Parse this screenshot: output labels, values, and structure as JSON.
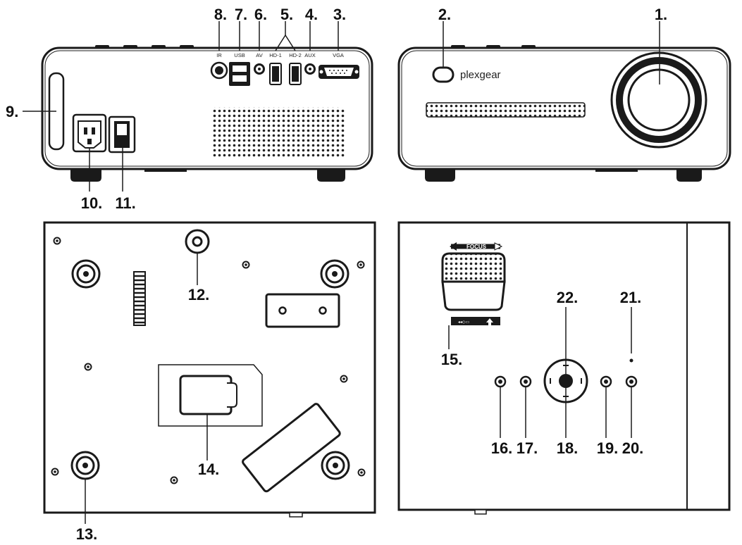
{
  "callouts": {
    "n1": "1.",
    "n2": "2.",
    "n3": "3.",
    "n4": "4.",
    "n5": "5.",
    "n6": "6.",
    "n7": "7.",
    "n8": "8.",
    "n9": "9.",
    "n10": "10.",
    "n11": "11.",
    "n12": "12.",
    "n13": "13.",
    "n14": "14.",
    "n15": "15.",
    "n16": "16.",
    "n17": "17.",
    "n18": "18.",
    "n19": "19.",
    "n20": "20.",
    "n21": "21.",
    "n22": "22."
  },
  "ports": {
    "ir": "IR",
    "usb": "USB",
    "av": "AV",
    "hd1": "HD-1",
    "hd2": "HD-2",
    "aux": "AUX",
    "vga": "VGA"
  },
  "brand": "plexgear",
  "focus_label": "FOCUS",
  "colors": {
    "stroke": "#1a1a1a",
    "fill_dark": "#111111",
    "panel": "#ffffff"
  }
}
